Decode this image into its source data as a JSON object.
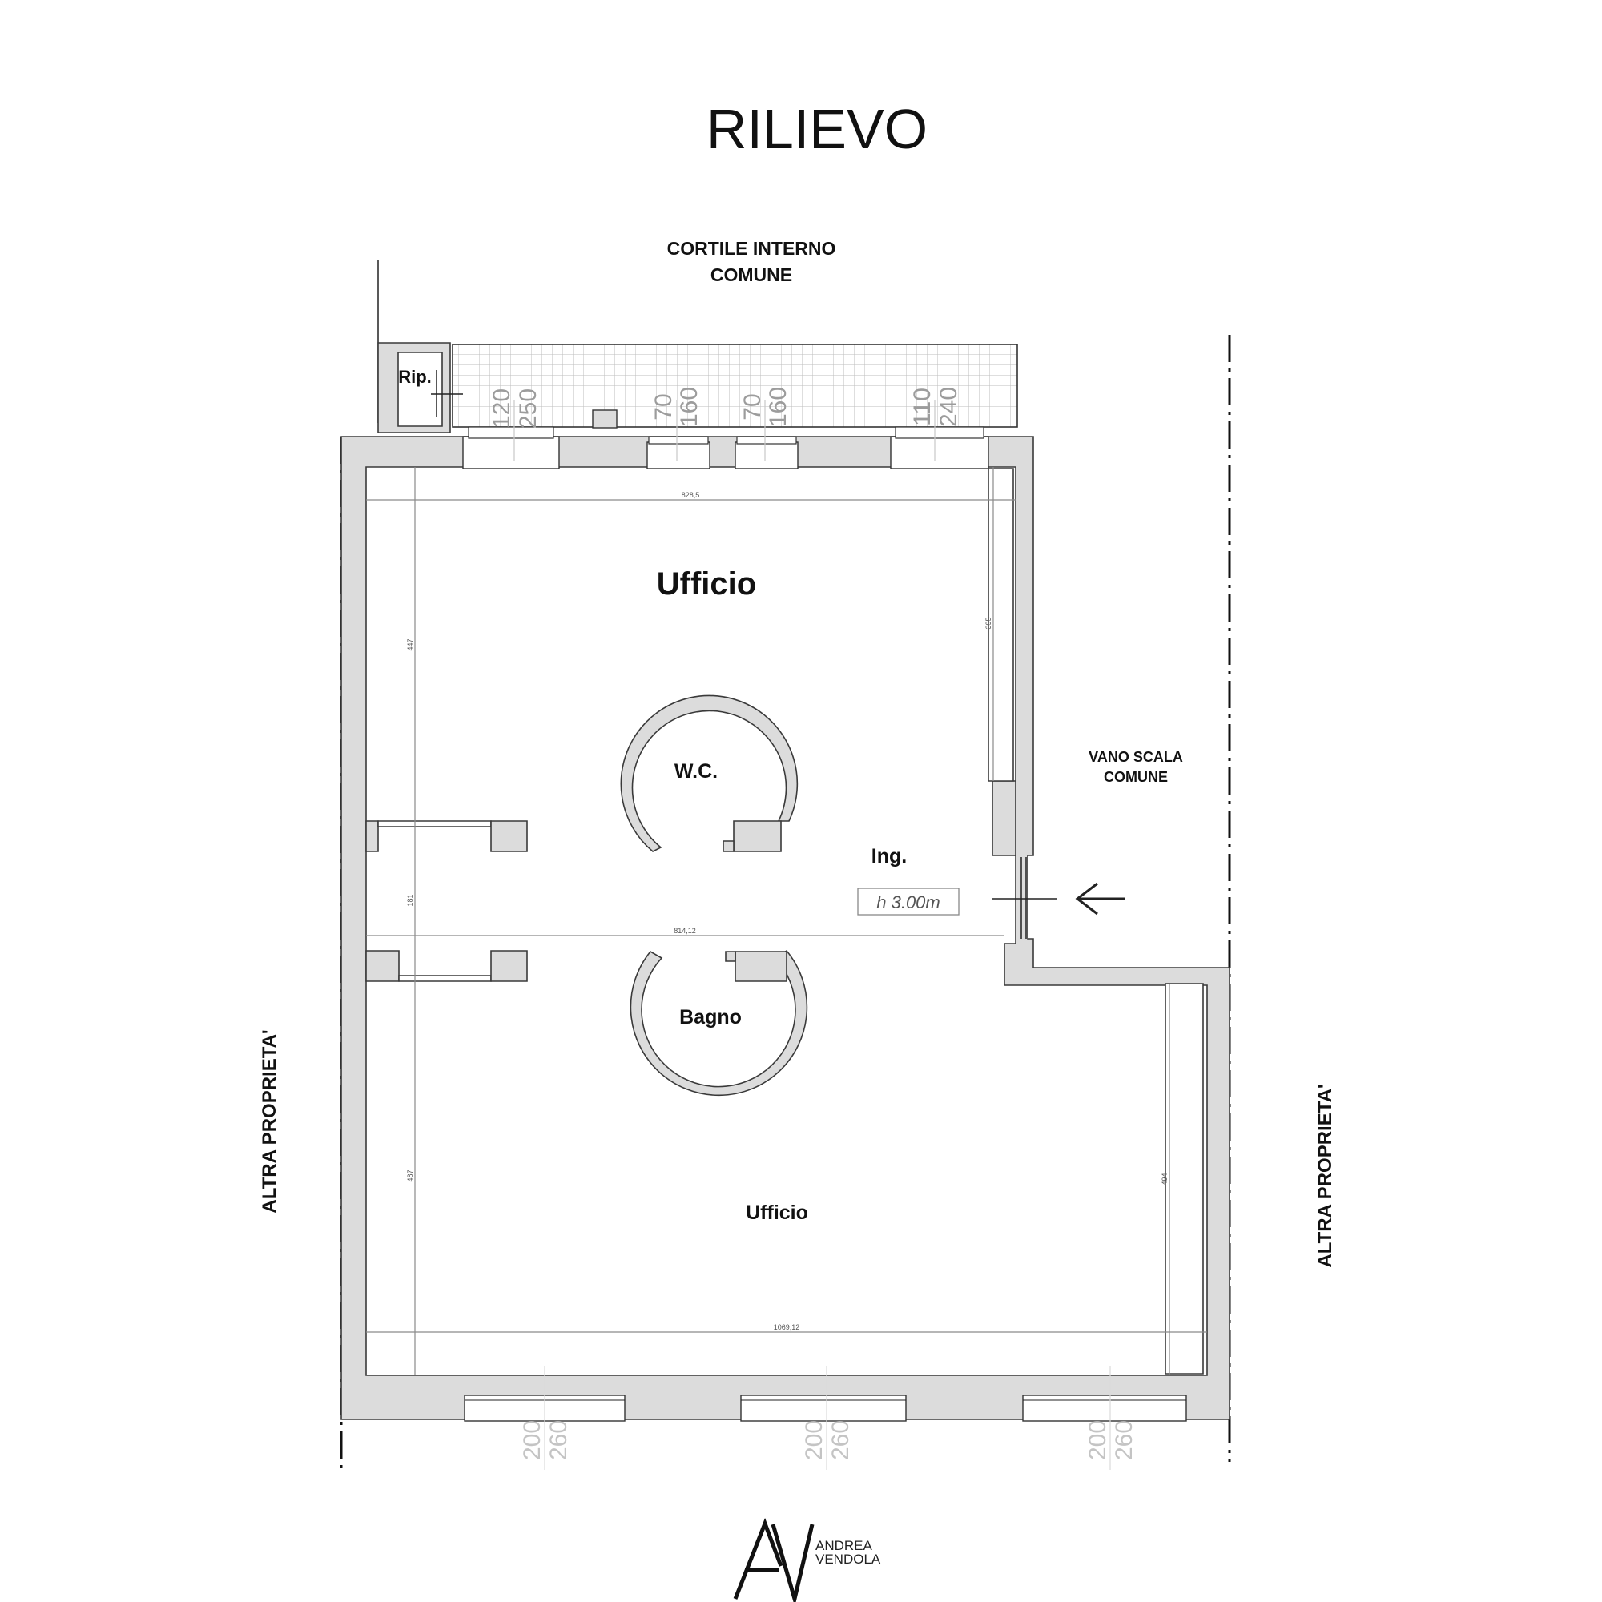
{
  "title": "RILIEVO",
  "context": {
    "top": [
      "CORTILE INTERNO",
      "COMUNE"
    ],
    "right": [
      "VANO SCALA",
      "COMUNE"
    ],
    "left_side": "ALTRA PROPRIETA'",
    "right_side": "ALTRA PROPRIETA'"
  },
  "rooms": {
    "office_top": "Ufficio",
    "wc": "W.C.",
    "entrance": "Ing.",
    "bathroom": "Bagno",
    "office_bottom": "Ufficio",
    "storage": "Rip."
  },
  "ceiling_height": "h 3.00m",
  "dimensions": {
    "top_width": "828,5",
    "left_top_height": "447",
    "right_top_height": "395",
    "corridor_height": "181",
    "middle_width": "814,12",
    "left_bottom_height": "487",
    "right_bottom_height": "494",
    "bottom_width": "1069,12"
  },
  "windows_top": [
    {
      "a": "120",
      "b": "250"
    },
    {
      "a": "70",
      "b": "160"
    },
    {
      "a": "70",
      "b": "160"
    },
    {
      "a": "110",
      "b": "240"
    }
  ],
  "windows_bottom": [
    {
      "a": "200",
      "b": "260"
    },
    {
      "a": "200",
      "b": "260"
    },
    {
      "a": "200",
      "b": "260"
    }
  ],
  "logo": {
    "line1": "ANDREA",
    "line2": "VENDOLA"
  }
}
